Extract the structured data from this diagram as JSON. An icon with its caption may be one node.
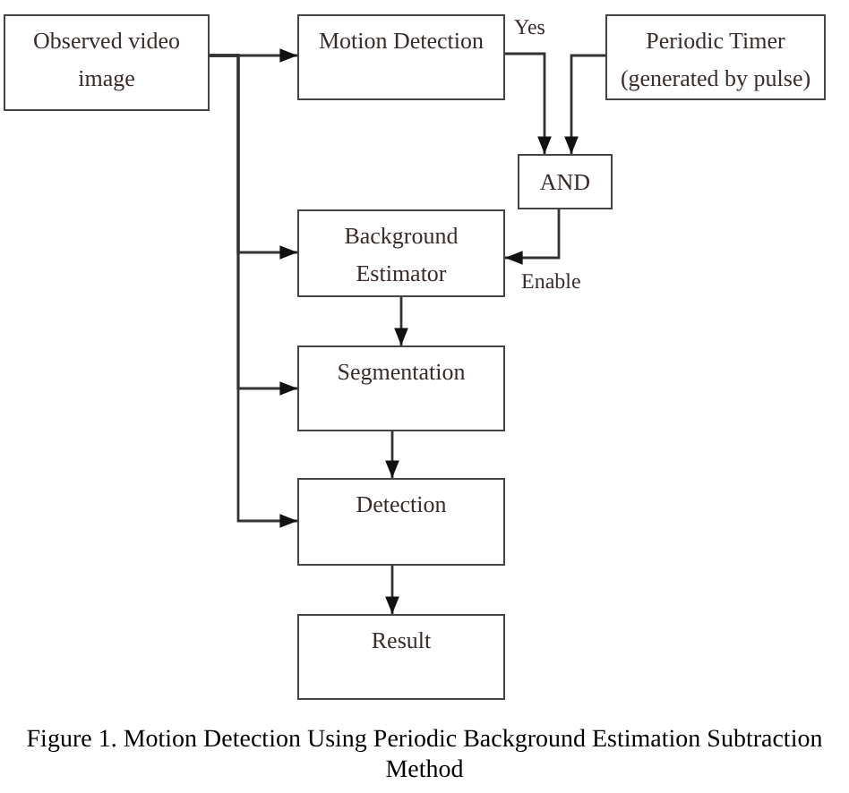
{
  "diagram": {
    "caption": "Figure 1. Motion Detection Using Periodic Background Estimation Subtraction Method",
    "nodes": [
      {
        "text": [
          "Observed video image"
        ]
      },
      {
        "text": [
          "Motion Detection"
        ]
      },
      {
        "text": [
          "Periodic Timer (generated by pulse)"
        ]
      },
      {
        "text": [
          "AND"
        ]
      },
      {
        "text": [
          "Background Estimator"
        ]
      },
      {
        "text": [
          "Segmentation"
        ]
      },
      {
        "text": [
          "Detection"
        ]
      },
      {
        "text": [
          "Result"
        ]
      }
    ],
    "edges": [
      {
        "from": 0,
        "to": 1,
        "arrow": "to"
      },
      {
        "from": 0,
        "to": 4,
        "arrow": "to"
      },
      {
        "from": 0,
        "to": 5,
        "arrow": "to"
      },
      {
        "from": 0,
        "to": 6,
        "arrow": "to"
      },
      {
        "from": 1,
        "to": 3,
        "arrow": "to",
        "label": "Yes"
      },
      {
        "from": 2,
        "to": 3,
        "arrow": "to"
      },
      {
        "from": 3,
        "to": 4,
        "arrow": "to",
        "label": "Enable"
      },
      {
        "from": 4,
        "to": 5,
        "arrow": "to"
      },
      {
        "from": 5,
        "to": 6,
        "arrow": "to"
      },
      {
        "from": 6,
        "to": 7,
        "arrow": "to"
      }
    ]
  }
}
